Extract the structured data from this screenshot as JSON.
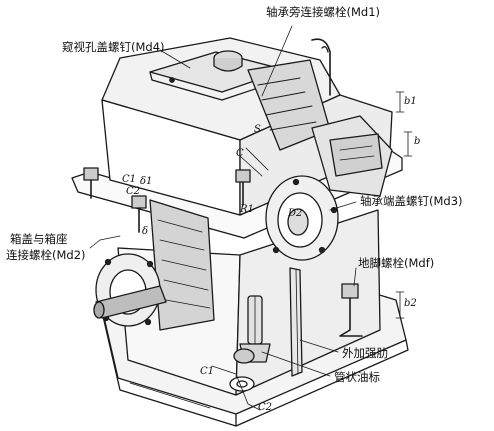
{
  "labels": {
    "bearing_side_bolt": "轴承旁连接螺栓(Md1)",
    "peephole_screw": "窥视孔盖螺钉(Md4)",
    "bearing_cap_screw": "轴承端盖螺钉(Md3)",
    "cover_base_bolt_line1": "箱盖与箱座",
    "cover_base_bolt_line2": "连接螺栓(Md2)",
    "anchor_bolt": "地脚螺栓(Mdf)",
    "external_rib": "外加强肋",
    "oil_gauge": "管状油标"
  },
  "symbols": {
    "c1_top": "C1",
    "c2_top": "C2",
    "c1_bottom": "C1",
    "c2_bottom": "C2",
    "delta": "δ",
    "delta1": "δ1",
    "s": "S",
    "r1": "R1",
    "d2": "D2",
    "b": "b",
    "b1": "b1",
    "b2": "b2",
    "c_small": "C"
  }
}
